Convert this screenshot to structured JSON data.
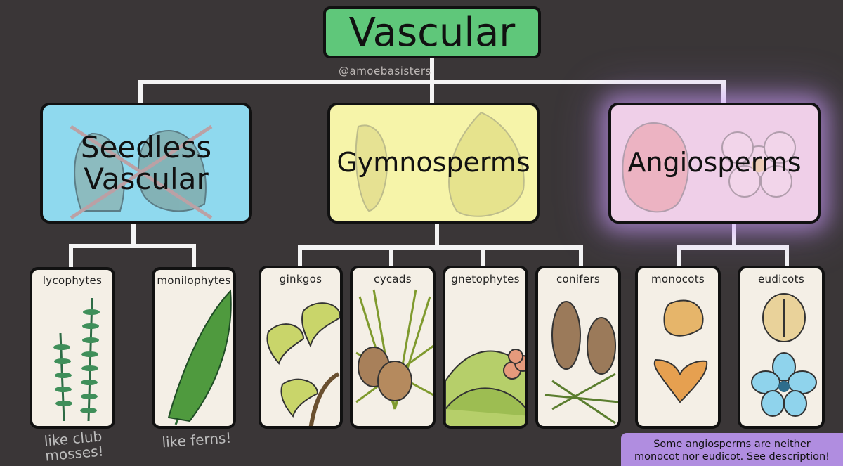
{
  "title": "Vascular",
  "watermark": "@amoebasisters",
  "categories": {
    "seedless": {
      "line1": "Seedless",
      "line2": "Vascular"
    },
    "gymnosperms": "Gymnosperms",
    "angiosperms": "Angiosperms"
  },
  "cards": {
    "lycophytes": "lycophytes",
    "monilophytes": "monilophytes",
    "ginkgos": "ginkgos",
    "cycads": "cycads",
    "gnetophytes": "gnetophytes",
    "conifers": "conifers",
    "monocots": "monocots",
    "eudicots": "eudicots"
  },
  "notes": {
    "club_mosses_line1": "like club",
    "club_mosses_line2": "mosses!",
    "ferns": "like ferns!"
  },
  "footnote": {
    "line1": "Some angiosperms are neither",
    "line2": "monocot nor eudicot. See description!"
  },
  "colors": {
    "background": "#3a3637",
    "vascular": "#5fc77a",
    "seedless": "#8fd9ee",
    "gymnosperms": "#f6f4a9",
    "angiosperms": "#efcfe8",
    "card": "#f4efe6",
    "footnote": "#b08de0"
  }
}
